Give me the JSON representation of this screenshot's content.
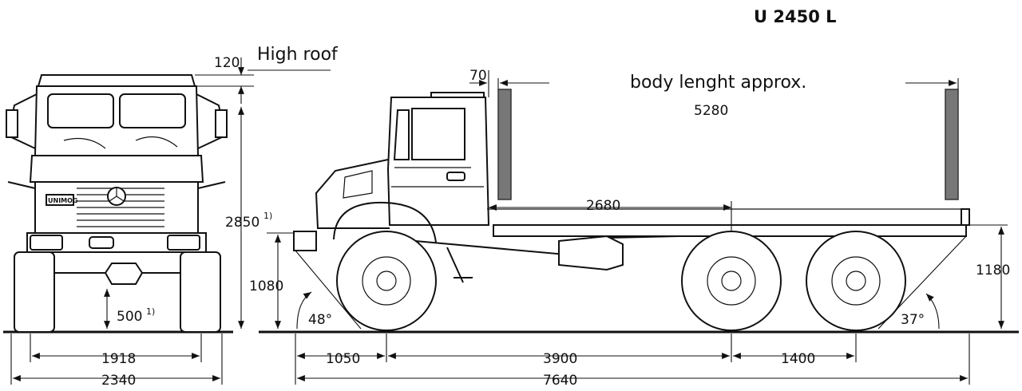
{
  "title": "U 2450 L",
  "labels": {
    "high_roof": "High roof",
    "body_length": "body lenght approx."
  },
  "dimensions": {
    "roof_extra": "120",
    "roof_gap": "70",
    "body_length_value": "5280",
    "cab_to_axle": "2680",
    "overall_height": "2850",
    "overall_height_note": "1)",
    "frame_height_front": "1080",
    "ground_clearance": "500",
    "ground_clearance_note": "1)",
    "frame_height_rear": "1180",
    "approach_angle": "48°",
    "departure_angle": "37°",
    "track": "1918",
    "overall_width": "2340",
    "front_overhang": "1050",
    "wheelbase": "3900",
    "rear_axle_spacing": "1400",
    "overall_length": "7640"
  },
  "badge": "UNIMOG"
}
